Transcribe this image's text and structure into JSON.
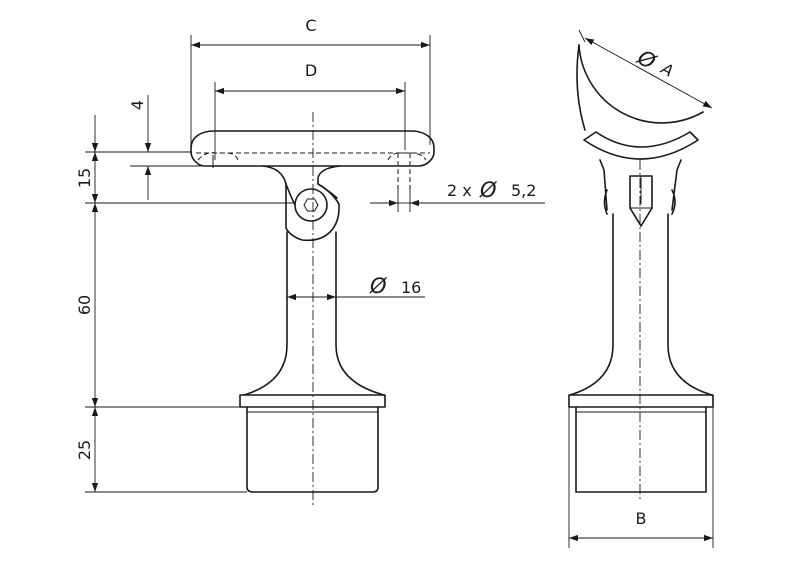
{
  "dimensions": {
    "c": "C",
    "d": "D",
    "b": "B",
    "h4": "4",
    "h15": "15",
    "h60": "60",
    "h25": "25",
    "phi_symbol": "Ø",
    "dia_16": "16",
    "hole_prefix": "2 x",
    "hole_dia": "5,2",
    "dia_a": "A"
  }
}
